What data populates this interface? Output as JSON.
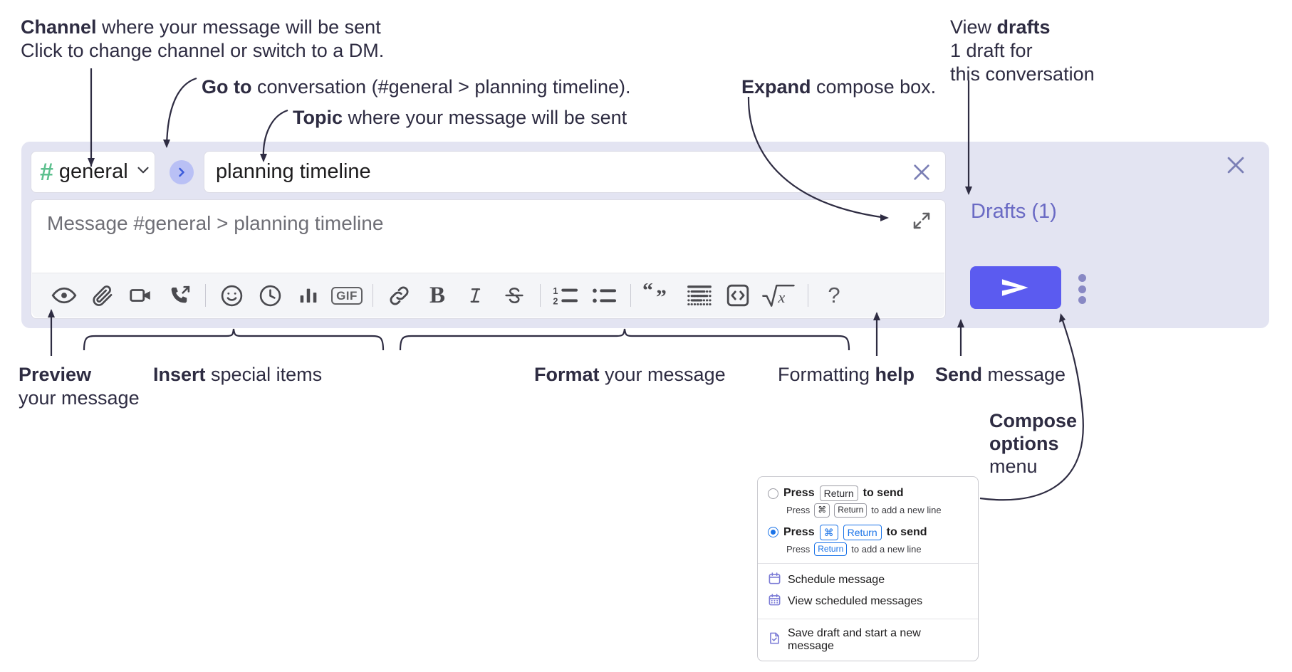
{
  "annotations": {
    "channel": {
      "bold": "Channel",
      "rest": " where your message will be sent",
      "sub": "Click to change channel or switch to a DM."
    },
    "goto": {
      "bold": "Go to",
      "rest": " conversation (#general > planning timeline)."
    },
    "topic": {
      "bold": "Topic",
      "rest": " where your message will be sent"
    },
    "expand": {
      "bold": "Expand",
      "rest": " compose box."
    },
    "drafts": {
      "pre": "View ",
      "bold": "drafts",
      "sub1": "1 draft for",
      "sub2": "this conversation"
    },
    "preview": {
      "bold": "Preview",
      "sub": "your message"
    },
    "insert": {
      "bold": "Insert",
      "rest": " special items"
    },
    "format": {
      "bold": "Format",
      "rest": " your message"
    },
    "formatting_help": {
      "pre": "Formatting ",
      "bold": "help"
    },
    "send": {
      "bold": "Send",
      "rest": " message"
    },
    "compose_options": {
      "bold1": "Compose",
      "bold2": "options",
      "rest": "menu"
    }
  },
  "composer": {
    "channel": {
      "hash": "#",
      "name": "general",
      "chevron_icon": "chevron-down-icon"
    },
    "goto_button": {
      "icon": "chevron-right-icon"
    },
    "topic": {
      "value": "planning timeline",
      "clear_icon": "close-icon"
    },
    "message": {
      "placeholder": "Message #general > planning timeline",
      "expand_icon": "expand-icon"
    },
    "toolbar": [
      {
        "name": "preview-icon",
        "label": "Preview"
      },
      {
        "name": "attachment-icon",
        "label": "Attach file"
      },
      {
        "name": "video-icon",
        "label": "Record video"
      },
      {
        "name": "audio-call-icon",
        "label": "Record audio"
      },
      {
        "name": "separator",
        "label": ""
      },
      {
        "name": "emoji-icon",
        "label": "Emoji"
      },
      {
        "name": "clock-icon",
        "label": "Reminder"
      },
      {
        "name": "poll-icon",
        "label": "Poll"
      },
      {
        "name": "gif-icon",
        "label": "GIF"
      },
      {
        "name": "separator",
        "label": ""
      },
      {
        "name": "link-icon",
        "label": "Link"
      },
      {
        "name": "bold-icon",
        "label": "B"
      },
      {
        "name": "italic-icon",
        "label": "I"
      },
      {
        "name": "strikethrough-icon",
        "label": "Strikethrough"
      },
      {
        "name": "separator",
        "label": ""
      },
      {
        "name": "ordered-list-icon",
        "label": "Ordered list"
      },
      {
        "name": "bulleted-list-icon",
        "label": "Bulleted list"
      },
      {
        "name": "separator",
        "label": ""
      },
      {
        "name": "blockquote-icon",
        "label": "Quote"
      },
      {
        "name": "code-block-icon",
        "label": "Code block"
      },
      {
        "name": "inline-code-icon",
        "label": "Code"
      },
      {
        "name": "math-icon",
        "label": "Math"
      },
      {
        "name": "separator",
        "label": ""
      },
      {
        "name": "help-icon",
        "label": "?"
      }
    ],
    "right_pane": {
      "close_icon": "close-icon",
      "drafts_label": "Drafts (1)",
      "send_icon": "send-icon",
      "kebab_icon": "kebab-menu-icon"
    }
  },
  "menu": {
    "options": [
      {
        "selected": false,
        "label_pre": "Press",
        "keys": [
          "Return"
        ],
        "label_post": "to send",
        "sub_pre": "Press",
        "sub_keys": [
          "⌘",
          "Return"
        ],
        "sub_post": "to add a new line"
      },
      {
        "selected": true,
        "label_pre": "Press",
        "keys": [
          "⌘",
          "Return"
        ],
        "label_post": "to send",
        "sub_pre": "Press",
        "sub_keys": [
          "Return"
        ],
        "sub_post": "to add a new line"
      }
    ],
    "items": [
      {
        "icon": "calendar-icon",
        "label": "Schedule message"
      },
      {
        "icon": "calendar-grid-icon",
        "label": "View scheduled messages"
      },
      {
        "icon": "save-draft-icon",
        "label": "Save draft and start a new message"
      }
    ]
  },
  "colors": {
    "composer_bg": "#e3e4f2",
    "accent_purple": "#5b5bf0",
    "drafts_text": "#6a6ac4",
    "hash_green": "#5ec08f",
    "goto_circle": "#b9c0f5",
    "menu_icon": "#7b7bd6",
    "kbd_blue": "#1a73e8"
  }
}
